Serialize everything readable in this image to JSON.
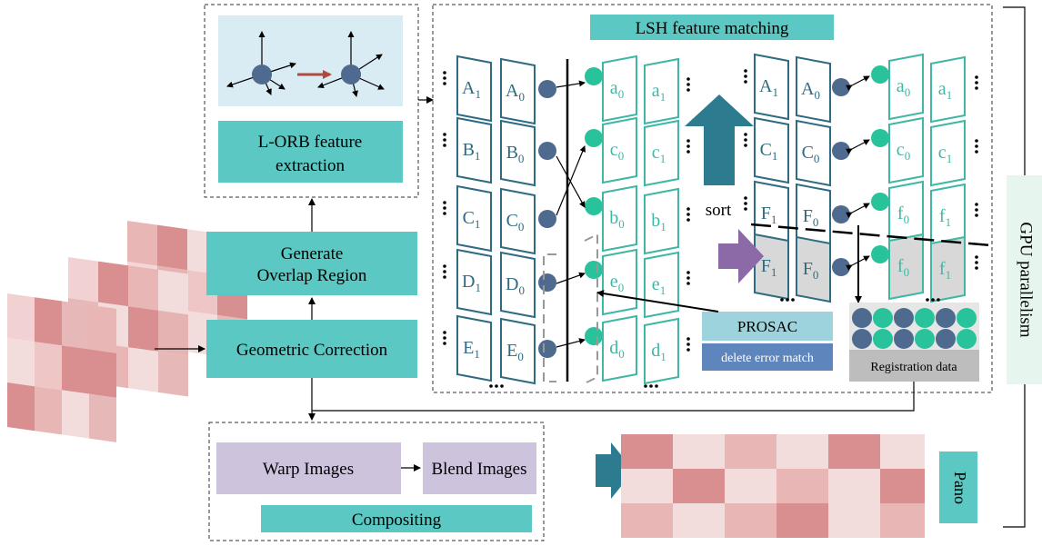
{
  "colors": {
    "teal": "#5bc8c3",
    "lavender": "#cdc3dd",
    "navy": "#4e6a8e",
    "green_dot": "#28c39a",
    "dark_card": "#2f6b82",
    "light_card": "#3fb7a4",
    "blue_arrow": "#2c7b8f",
    "purple_arrow": "#8b6aa7",
    "prosac_top": "#9dd3dc",
    "prosac_bottom": "#5e86bd",
    "orb_bg": "#d9ecf3",
    "red_arrow": "#b04a3c",
    "gpu_bg": "#e6f6ef"
  },
  "icons": [
    "orb-keypoint-icon",
    "ellipsis-icon"
  ],
  "labels": {
    "lsh_title": "LSH feature matching",
    "orb_line1": "L-ORB feature",
    "orb_line2": "extraction",
    "overlap_line1": "Generate",
    "overlap_line2": "Overlap Region",
    "geometric": "Geometric Correction",
    "warp": "Warp Images",
    "blend": "Blend Images",
    "compositing": "Compositing",
    "pano": "Pano",
    "gpu": "GPU parallelism",
    "sort": "sort",
    "prosac": "PROSAC",
    "delete_error": "delete error match",
    "registration": "Registration data"
  },
  "left_cards": [
    {
      "outer": "A",
      "inner": "A",
      "outer_sub": "1",
      "inner_sub": "0"
    },
    {
      "outer": "B",
      "inner": "B",
      "outer_sub": "1",
      "inner_sub": "0"
    },
    {
      "outer": "C",
      "inner": "C",
      "outer_sub": "1",
      "inner_sub": "0"
    },
    {
      "outer": "D",
      "inner": "D",
      "outer_sub": "1",
      "inner_sub": "0"
    },
    {
      "outer": "E",
      "inner": "E",
      "outer_sub": "1",
      "inner_sub": "0"
    }
  ],
  "right_cards": [
    {
      "inner": "a",
      "outer": "a",
      "inner_sub": "0",
      "outer_sub": "1"
    },
    {
      "inner": "c",
      "outer": "c",
      "inner_sub": "0",
      "outer_sub": "1"
    },
    {
      "inner": "b",
      "outer": "b",
      "inner_sub": "0",
      "outer_sub": "1"
    },
    {
      "inner": "e",
      "outer": "e",
      "inner_sub": "0",
      "outer_sub": "1"
    },
    {
      "inner": "d",
      "outer": "d",
      "inner_sub": "0",
      "outer_sub": "1"
    }
  ],
  "sorted_left": [
    {
      "outer": "A",
      "inner": "A",
      "outer_sub": "1",
      "inner_sub": "0"
    },
    {
      "outer": "C",
      "inner": "C",
      "outer_sub": "1",
      "inner_sub": "0"
    },
    {
      "outer": "F",
      "inner": "F",
      "outer_sub": "1",
      "inner_sub": "0"
    },
    {
      "outer": "F",
      "inner": "F",
      "outer_sub": "1",
      "inner_sub": "0"
    }
  ],
  "sorted_right": [
    {
      "inner": "a",
      "outer": "a",
      "inner_sub": "0",
      "outer_sub": "1"
    },
    {
      "inner": "c",
      "outer": "c",
      "inner_sub": "0",
      "outer_sub": "1"
    },
    {
      "inner": "f",
      "outer": "f",
      "inner_sub": "0",
      "outer_sub": "1"
    },
    {
      "inner": "f",
      "outer": "f",
      "inner_sub": "0",
      "outer_sub": "1"
    }
  ]
}
